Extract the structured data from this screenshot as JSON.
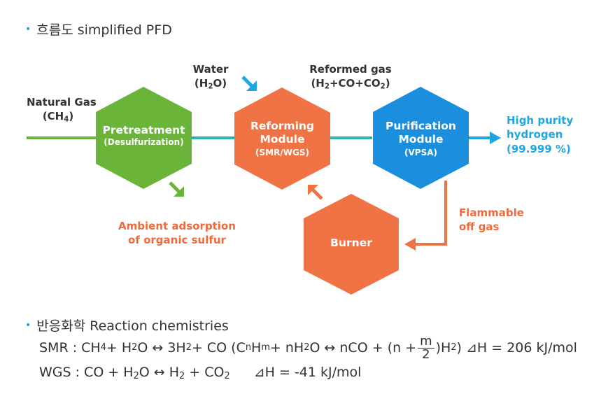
{
  "pfd_heading": {
    "bullet": "•",
    "text": "흐름도 simplified PFD"
  },
  "inputs": {
    "natural_gas": {
      "line1": "Natural Gas",
      "formula": "CH",
      "sub": "4"
    },
    "water": {
      "line1": "Water",
      "formula": "H",
      "sub": "2",
      "tail": "O"
    },
    "reformed_gas": {
      "line1": "Reformed gas",
      "p1": "(H",
      "s1": "2",
      "p2": "+CO+CO",
      "s2": "2",
      "p3": ")"
    }
  },
  "modules": {
    "pretreatment": {
      "name": "Pretreatment",
      "sub": "(Desulfurization)"
    },
    "reforming": {
      "name1": "Reforming",
      "name2": "Module",
      "sub": "(SMR/WGS)"
    },
    "purification": {
      "name1": "Purification",
      "name2": "Module",
      "sub": "(VPSA)"
    },
    "burner": {
      "name": "Burner"
    }
  },
  "outputs": {
    "hydrogen": {
      "line1": "High purity",
      "line2": "hydrogen",
      "line3": "(99.999 %)"
    },
    "off_gas": {
      "line1": "Flammable",
      "line2": "off gas"
    },
    "sulfur": {
      "line1": "Ambient adsorption",
      "line2": "of organic sulfur"
    }
  },
  "colors": {
    "green": "#6bb43a",
    "orange": "#ef7345",
    "blue": "#1b8fde",
    "teal": "#2fb5b0",
    "cyan": "#1ea6e2"
  },
  "reactions_heading": {
    "bullet": "•",
    "text": "반응화학 Reaction chemistries"
  },
  "smr": {
    "label": "SMR : CH",
    "s1": "4",
    "t1": " + H",
    "s2": "2",
    "t2": "O ↔ 3H",
    "s3": "2",
    "t3": " + CO (C",
    "s4": "n",
    "t4": "H",
    "s5": "m",
    "t5": " + nH",
    "s6": "2",
    "t6": "O ↔ nCO + (n + ",
    "frac_num": "m",
    "frac_den": "2",
    "t7": ")H",
    "s7": "2",
    "t8": ") ⊿H = 206 kJ/mol"
  },
  "wgs": {
    "label": "WGS : CO + H",
    "s1": "2",
    "t1": "O  ↔ H",
    "s2": "2",
    "t2": " + CO",
    "s3": "2",
    "t3": "⊿H = -41 kJ/mol"
  }
}
